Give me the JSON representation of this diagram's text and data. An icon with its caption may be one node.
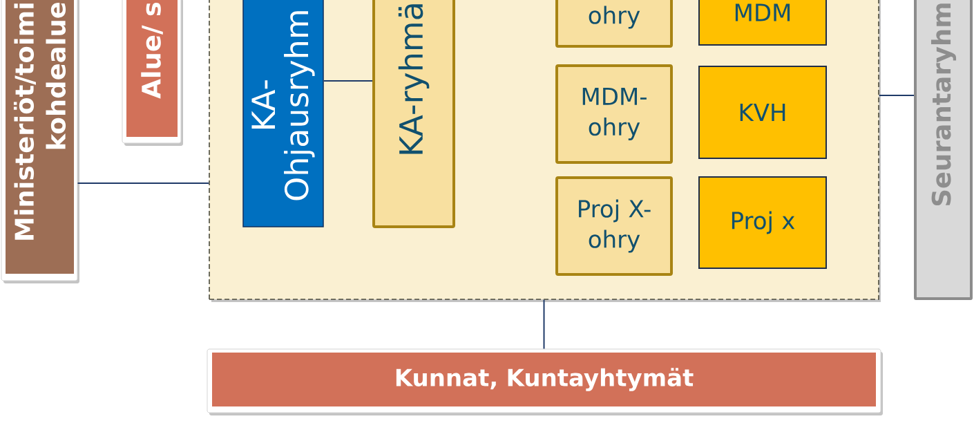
{
  "diagram": {
    "nodes": [
      {
        "text": [
          "Ministeriöt/toimi kohdealue"
        ]
      },
      {
        "text": [
          "Alue/ s"
        ]
      },
      {
        "text": [],
        "shape": "box"
      },
      {
        "text": [
          "KA- Ohjausryhm"
        ],
        "in": 2
      },
      {
        "text": [
          "KA-ryhmä"
        ],
        "in": 2
      },
      {
        "text": [
          "ohry"
        ],
        "in": 2
      },
      {
        "text": [
          "MDM"
        ],
        "in": 2
      },
      {
        "text": [
          "MDM- ohry"
        ],
        "in": 2
      },
      {
        "text": [
          "KVH"
        ],
        "in": 2
      },
      {
        "text": [
          "Proj X- ohry"
        ],
        "in": 2
      },
      {
        "text": [
          "Proj x"
        ],
        "in": 2
      },
      {
        "text": [
          "Seurantaryhm"
        ]
      },
      {
        "text": [
          "Kunnat, Kuntayhtymät"
        ]
      }
    ],
    "edges": [
      {
        "from": 0,
        "to": 2,
        "arrow": "none"
      },
      {
        "from": 3,
        "to": 4,
        "arrow": "none"
      },
      {
        "from": 2,
        "to": 11,
        "arrow": "none"
      },
      {
        "from": 2,
        "to": 12,
        "arrow": "none"
      }
    ]
  }
}
